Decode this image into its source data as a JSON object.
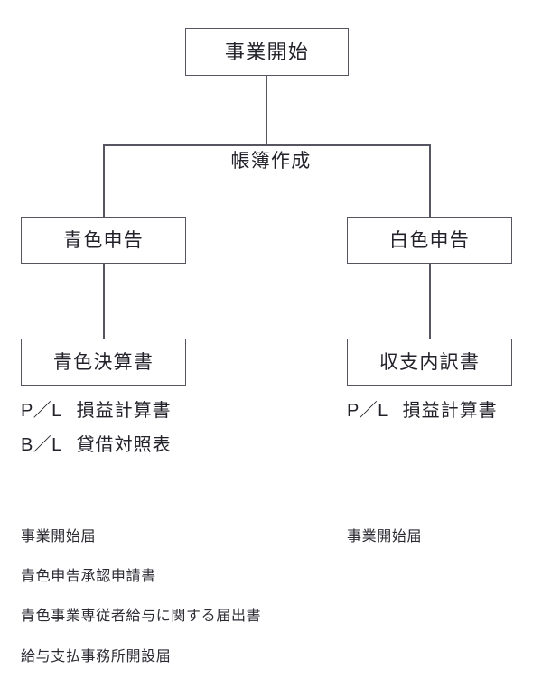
{
  "diagram": {
    "nodes": {
      "start": "事業開始",
      "blue_return": "青色申告",
      "white_return": "白色申告",
      "blue_statement": "青色決算書",
      "white_statement": "収支内訳書"
    },
    "branch_caption": "帳簿作成",
    "line_color": "#565663",
    "text_color": "#22222a",
    "background": "#ffffff"
  },
  "documents": {
    "left": [
      {
        "code": "P／L",
        "name": "損益計算書"
      },
      {
        "code": "B／L",
        "name": "貸借対照表"
      }
    ],
    "right": [
      {
        "code": "P／L",
        "name": "損益計算書"
      }
    ]
  },
  "forms": {
    "left": [
      "事業開始届",
      "青色申告承認申請書",
      "青色事業専従者給与に関する届出書",
      "給与支払事務所開設届"
    ],
    "right": [
      "事業開始届"
    ]
  }
}
